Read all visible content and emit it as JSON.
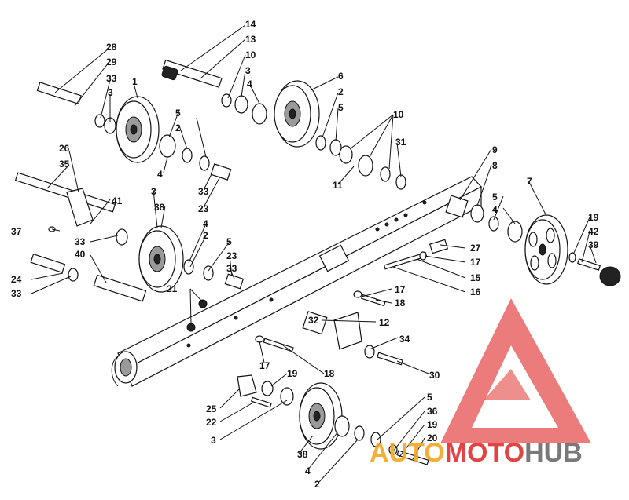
{
  "callouts": [
    {
      "id": "c1",
      "label": "1"
    },
    {
      "id": "c2",
      "label": "2"
    },
    {
      "id": "c3",
      "label": "3"
    },
    {
      "id": "c4",
      "label": "4"
    },
    {
      "id": "c5",
      "label": "5"
    },
    {
      "id": "c6",
      "label": "6"
    },
    {
      "id": "c7",
      "label": "7"
    },
    {
      "id": "c8",
      "label": "8"
    },
    {
      "id": "c9",
      "label": "9"
    },
    {
      "id": "c10",
      "label": "10"
    },
    {
      "id": "c11",
      "label": "11"
    },
    {
      "id": "c12",
      "label": "12"
    },
    {
      "id": "c13",
      "label": "13"
    },
    {
      "id": "c14",
      "label": "14"
    },
    {
      "id": "c15",
      "label": "15"
    },
    {
      "id": "c16",
      "label": "16"
    },
    {
      "id": "c17",
      "label": "17"
    },
    {
      "id": "c18",
      "label": "18"
    },
    {
      "id": "c19",
      "label": "19"
    },
    {
      "id": "c20",
      "label": "20"
    },
    {
      "id": "c21",
      "label": "21"
    },
    {
      "id": "c22",
      "label": "22"
    },
    {
      "id": "c23",
      "label": "23"
    },
    {
      "id": "c24",
      "label": "24"
    },
    {
      "id": "c25",
      "label": "25"
    },
    {
      "id": "c26",
      "label": "26"
    },
    {
      "id": "c27",
      "label": "27"
    },
    {
      "id": "c28",
      "label": "28"
    },
    {
      "id": "c29",
      "label": "29"
    },
    {
      "id": "c30",
      "label": "30"
    },
    {
      "id": "c31",
      "label": "31"
    },
    {
      "id": "c32",
      "label": "32"
    },
    {
      "id": "c33",
      "label": "33"
    },
    {
      "id": "c34",
      "label": "34"
    },
    {
      "id": "c35",
      "label": "35"
    },
    {
      "id": "c36",
      "label": "36"
    },
    {
      "id": "c37",
      "label": "37"
    },
    {
      "id": "c38",
      "label": "38"
    },
    {
      "id": "c39",
      "label": "39"
    },
    {
      "id": "c40",
      "label": "40"
    },
    {
      "id": "c41",
      "label": "41"
    },
    {
      "id": "c42",
      "label": "42"
    }
  ],
  "watermark": {
    "part1": "AUTO",
    "part2": "MOTO",
    "part3": "HUB",
    "color_red": "#e0302f",
    "color_orange": "#f5a623",
    "color_grey": "#6b6b6b"
  }
}
